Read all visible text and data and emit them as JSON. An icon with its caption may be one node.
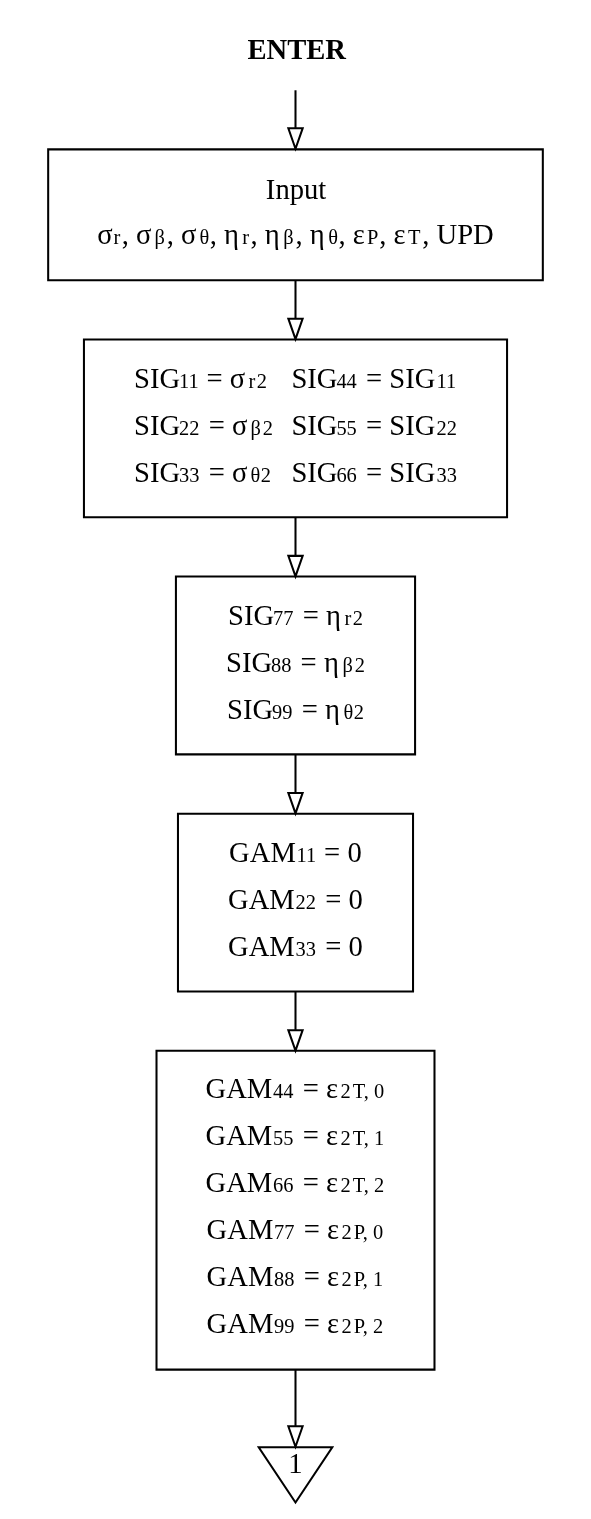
{
  "diagram": {
    "nodes": [
      {
        "text": [
          "ENTER"
        ]
      },
      {
        "text": [
          "Input",
          "σ$_{r}$, σ$_{β}$, σ$_{θ}$, η$_{r}$, η$_{β}$, η$_{θ}$, ε$_{P}$, ε$_{T}$, UPD"
        ]
      },
      {
        "text": [
          "SIG$_{11}$ = σ$_{r}$$^{2}$",
          "SIG$_{44}$ = SIG$_{11}$",
          "SIG$_{22}$ = σ$_{β}$$^{2}$",
          "SIG$_{55}$ = SIG$_{22}$",
          "SIG$_{33}$ = σ$_{θ}$$^{2}$",
          "SIG$_{66}$ = SIG$_{33}$"
        ]
      },
      {
        "text": [
          "SIG$_{77}$ = η$_{r}$$^{2}$",
          "SIG$_{88}$ = η$_{β}$$^{2}$",
          "SIG$_{99}$ = η$_{θ}$$^{2}$"
        ]
      },
      {
        "text": [
          "GAM$_{11}$ = 0",
          "GAM$_{22}$ = 0",
          "GAM$_{33}$ = 0"
        ]
      },
      {
        "text": [
          "GAM$_{44}$ = ε$^{2}$$_{T, 0}$",
          "GAM$_{55}$ = ε$^{2}$$_{T, 1}$",
          "GAM$_{66}$ = ε$^{2}$$_{T, 2}$",
          "GAM$_{77}$ = ε$^{2}$$_{P, 0}$",
          "GAM$_{88}$ = ε$^{2}$$_{P, 1}$",
          "GAM$_{99}$ = ε$^{2}$$_{P, 2}$"
        ]
      },
      {
        "text": [
          "1"
        ]
      }
    ],
    "edges": [
      {
        "from": 0,
        "to": 1,
        "arrow": "to"
      },
      {
        "from": 1,
        "to": 2,
        "arrow": "to"
      },
      {
        "from": 2,
        "to": 3,
        "arrow": "to"
      },
      {
        "from": 3,
        "to": 4,
        "arrow": "to"
      },
      {
        "from": 4,
        "to": 5,
        "arrow": "to"
      },
      {
        "from": 5,
        "to": 6,
        "arrow": "to"
      }
    ]
  }
}
